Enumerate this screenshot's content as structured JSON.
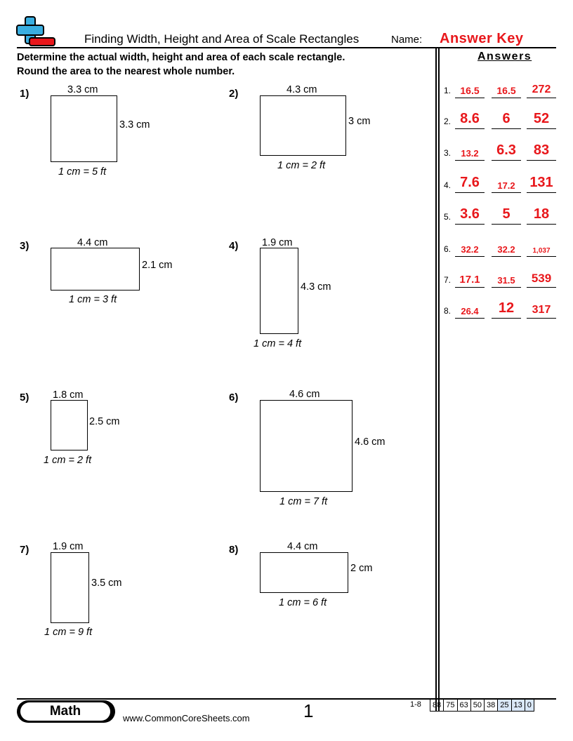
{
  "header": {
    "title": "Finding Width, Height and Area of Scale Rectangles",
    "name_label": "Name:",
    "answer_key": "Answer Key"
  },
  "logo_icon": "plus-minus-logo-icon",
  "colors": {
    "answer_red": "#e8171b",
    "logo_blue": "#3aaee0",
    "logo_red": "#e8171b",
    "score_highlight": "#d9e7f7"
  },
  "instructions": [
    "Determine the actual width, height and area of each scale rectangle.",
    "Round the area to the nearest whole number."
  ],
  "problems": [
    {
      "num": "1)",
      "width": "3.3 cm",
      "height": "3.3 cm",
      "scale": "1 cm = 5 ft"
    },
    {
      "num": "2)",
      "width": "4.3 cm",
      "height": "3 cm",
      "scale": "1 cm = 2 ft"
    },
    {
      "num": "3)",
      "width": "4.4 cm",
      "height": "2.1 cm",
      "scale": "1 cm = 3 ft"
    },
    {
      "num": "4)",
      "width": "1.9 cm",
      "height": "4.3 cm",
      "scale": "1 cm = 4 ft"
    },
    {
      "num": "5)",
      "width": "1.8 cm",
      "height": "2.5 cm",
      "scale": "1 cm = 2 ft"
    },
    {
      "num": "6)",
      "width": "4.6 cm",
      "height": "4.6 cm",
      "scale": "1 cm = 7 ft"
    },
    {
      "num": "7)",
      "width": "1.9 cm",
      "height": "3.5 cm",
      "scale": "1 cm = 9 ft"
    },
    {
      "num": "8)",
      "width": "4.4 cm",
      "height": "2 cm",
      "scale": "1 cm = 6 ft"
    }
  ],
  "answers_title": "Answers",
  "answers": [
    {
      "num": "1.",
      "values": [
        "16.5",
        "16.5",
        "272"
      ]
    },
    {
      "num": "2.",
      "values": [
        "8.6",
        "6",
        "52"
      ]
    },
    {
      "num": "3.",
      "values": [
        "13.2",
        "6.3",
        "83"
      ]
    },
    {
      "num": "4.",
      "values": [
        "7.6",
        "17.2",
        "131"
      ]
    },
    {
      "num": "5.",
      "values": [
        "3.6",
        "5",
        "18"
      ]
    },
    {
      "num": "6.",
      "values": [
        "32.2",
        "32.2",
        "1,037"
      ]
    },
    {
      "num": "7.",
      "values": [
        "17.1",
        "31.5",
        "539"
      ]
    },
    {
      "num": "8.",
      "values": [
        "26.4",
        "12",
        "317"
      ]
    }
  ],
  "footer": {
    "subject": "Math",
    "website": "www.CommonCoreSheets.com",
    "page": "1",
    "score_range": "1-8",
    "scores": [
      "88",
      "75",
      "63",
      "50",
      "38",
      "25",
      "13",
      "0"
    ]
  }
}
